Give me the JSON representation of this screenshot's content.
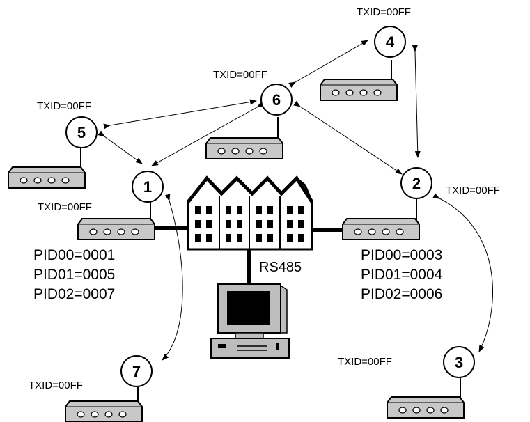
{
  "nodes": [
    {
      "id": "1",
      "label": "1",
      "txid": "TXID=00FF"
    },
    {
      "id": "2",
      "label": "2",
      "txid": "TXID=00FF"
    },
    {
      "id": "3",
      "label": "3",
      "txid": "TXID=00FF"
    },
    {
      "id": "4",
      "label": "4",
      "txid": "TXID=00FF"
    },
    {
      "id": "5",
      "label": "5",
      "txid": "TXID=00FF"
    },
    {
      "id": "6",
      "label": "6",
      "txid": "TXID=00FF"
    },
    {
      "id": "7",
      "label": "7",
      "txid": "TXID=00FF"
    }
  ],
  "left_pids": [
    "PID00=0001",
    "PID01=0005",
    "PID02=0007"
  ],
  "right_pids": [
    "PID00=0003",
    "PID01=0004",
    "PID02=0006"
  ],
  "bus_label": "RS485",
  "links": [
    [
      "5",
      "6"
    ],
    [
      "6",
      "4"
    ],
    [
      "6",
      "1"
    ],
    [
      "6",
      "2"
    ],
    [
      "5",
      "1"
    ],
    [
      "4",
      "2"
    ],
    [
      "1",
      "7"
    ],
    [
      "2",
      "3"
    ]
  ]
}
